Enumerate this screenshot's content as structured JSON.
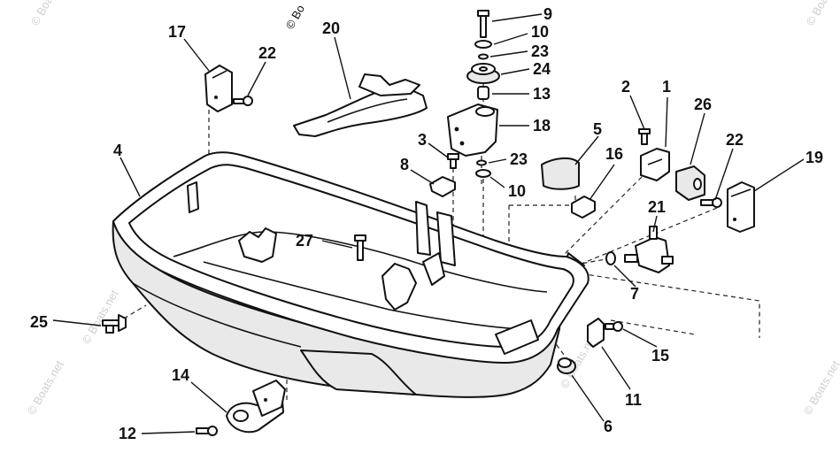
{
  "watermark": {
    "text": "© Boats.net",
    "short": "© Bo",
    "icon": "copyright-icon"
  },
  "callouts": [
    {
      "id": "label-9",
      "text": "9"
    },
    {
      "id": "label-10-top",
      "text": "10"
    },
    {
      "id": "label-23-top",
      "text": "23"
    },
    {
      "id": "label-24",
      "text": "24"
    },
    {
      "id": "label-13",
      "text": "13"
    },
    {
      "id": "label-18",
      "text": "18"
    },
    {
      "id": "label-23-mid",
      "text": "23"
    },
    {
      "id": "label-10-mid",
      "text": "10"
    },
    {
      "id": "label-17",
      "text": "17"
    },
    {
      "id": "label-22-left",
      "text": "22"
    },
    {
      "id": "label-20",
      "text": "20"
    },
    {
      "id": "label-4",
      "text": "4"
    },
    {
      "id": "label-3",
      "text": "3"
    },
    {
      "id": "label-8",
      "text": "8"
    },
    {
      "id": "label-27",
      "text": "27"
    },
    {
      "id": "label-2",
      "text": "2"
    },
    {
      "id": "label-1",
      "text": "1"
    },
    {
      "id": "label-26",
      "text": "26"
    },
    {
      "id": "label-5",
      "text": "5"
    },
    {
      "id": "label-16",
      "text": "16"
    },
    {
      "id": "label-22-right",
      "text": "22"
    },
    {
      "id": "label-19",
      "text": "19"
    },
    {
      "id": "label-21",
      "text": "21"
    },
    {
      "id": "label-7",
      "text": "7"
    },
    {
      "id": "label-25",
      "text": "25"
    },
    {
      "id": "label-15",
      "text": "15"
    },
    {
      "id": "label-14",
      "text": "14"
    },
    {
      "id": "label-11",
      "text": "11"
    },
    {
      "id": "label-6",
      "text": "6"
    },
    {
      "id": "label-12",
      "text": "12"
    }
  ]
}
